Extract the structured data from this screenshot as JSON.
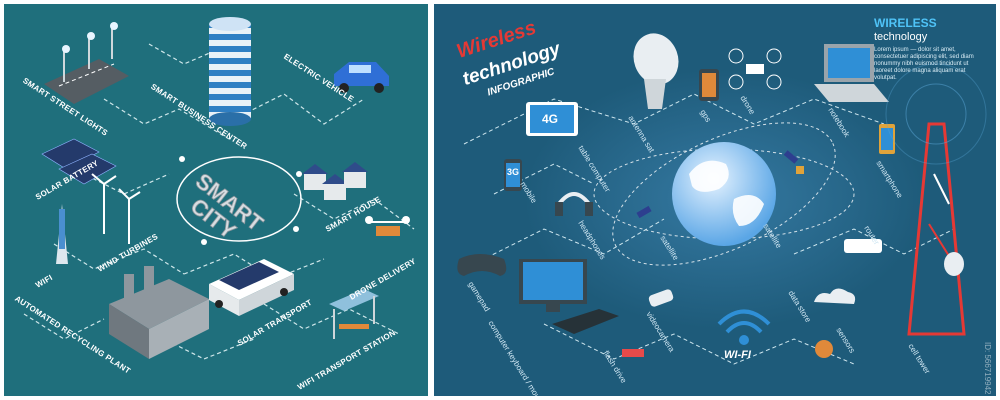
{
  "left_panel": {
    "center_title": "SMART CITY",
    "labels": {
      "street_lights": "SMART STREET LIGHTS",
      "business_center": "SMART BUSINESS CENTER",
      "electric_vehicle": "ELECTRIC VEHICLE",
      "solar_battery": "SOLAR BATTERY",
      "wind_turbines": "WIND TURBINES",
      "wifi": "WIFI",
      "smart_house": "SMART HOUSE",
      "drone_delivery": "DRONE DELIVERY",
      "recycling_plant": "AUTOMATED RECYCLING PLANT",
      "solar_transport": "SOLAR TRANSPORT",
      "wifi_station": "WIFI TRANSPORT STATION"
    }
  },
  "right_panel": {
    "title_line1": "Wireless",
    "title_line2": "technology",
    "title_line3": "INFOGRAPHIC",
    "info": {
      "title1": "WIRELESS",
      "title2": "technology",
      "body": "Lorem ipsum — dolor sit amet, consectetuer adipiscing elit, sed diam nonummy nibh euismod tincidunt ut laoreet dolore magna aliquam erat volutpat."
    },
    "labels": {
      "tablet": "table computer",
      "antenna": "antenna sat",
      "gps": "gps",
      "drone": "drone",
      "notebook": "notebook",
      "smartphone": "smartphone",
      "mobile": "mobile",
      "headphones": "headphones",
      "satellite1": "satellite",
      "satellite2": "satellite",
      "router": "router",
      "gamepad": "gamepad",
      "computer": "computer keyboard / mouse",
      "videocamera": "videocamera",
      "flash": "flash drive",
      "wifi": "WI-FI",
      "data_store": "data store",
      "sensors": "sensors",
      "cell_tower": "cell tower"
    },
    "badges": {
      "tablet": "4G",
      "mobile": "3G"
    }
  },
  "watermark": "ID: 566719942"
}
